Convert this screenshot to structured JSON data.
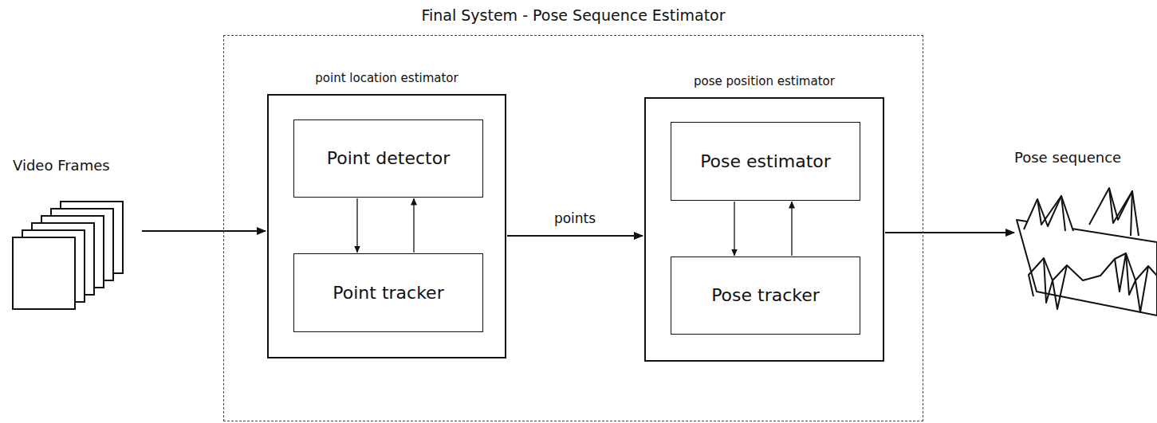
{
  "diagram": {
    "nodes": [
      {
        "text": [
          "Video Frames"
        ]
      },
      {
        "text": [
          "Final System - Pose Sequence Estimator"
        ]
      },
      {
        "text": [
          "point location estimator"
        ],
        "in": 1
      },
      {
        "text": [
          "Point detector"
        ],
        "in": 2
      },
      {
        "text": [
          "Point tracker"
        ],
        "in": 2
      },
      {
        "text": [
          "pose position estimator"
        ],
        "in": 1
      },
      {
        "text": [
          "Pose estimator"
        ],
        "in": 5
      },
      {
        "text": [
          "Pose tracker"
        ],
        "in": 5
      },
      {
        "text": [
          "Pose sequence"
        ]
      }
    ],
    "edges": [
      {
        "from": 0,
        "to": 2,
        "arrow": "to"
      },
      {
        "from": 3,
        "to": 4,
        "arrow": "to"
      },
      {
        "from": 4,
        "to": 3,
        "arrow": "to"
      },
      {
        "from": 2,
        "to": 5,
        "label": "points",
        "arrow": "to"
      },
      {
        "from": 6,
        "to": 7,
        "arrow": "to"
      },
      {
        "from": 7,
        "to": 6,
        "arrow": "to"
      },
      {
        "from": 5,
        "to": 8,
        "arrow": "to"
      }
    ]
  }
}
